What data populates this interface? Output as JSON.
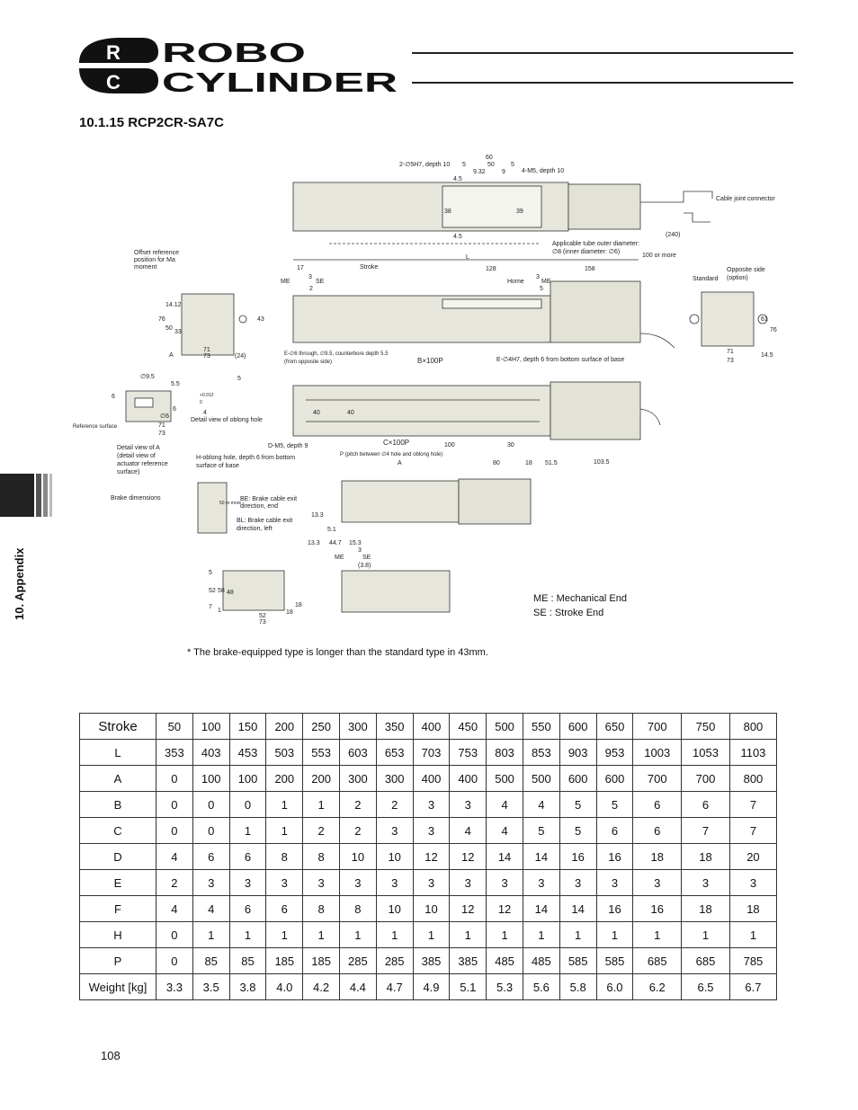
{
  "header": {
    "logo_mark_top": "R",
    "logo_mark_bottom": "C",
    "logo_line1": "ROBO",
    "logo_line2": "CYLINDER"
  },
  "side_tab": {
    "label": "10. Appendix"
  },
  "section": {
    "title": "10.1.15  RCP2CR-SA7C"
  },
  "drawing": {
    "labels": {
      "top_dims": [
        "60",
        "50",
        "5",
        "5",
        "9.32",
        "9",
        "2-∅5H7, depth 10",
        "4-M5, depth 10",
        "4.5",
        "4.5",
        "39",
        "38"
      ],
      "cable_joint": "Cable joint connector",
      "tube": "Applicable tube outer diameter:",
      "tube2": "∅8 (inner diameter: ∅6)",
      "length_240": "(240)",
      "hundred_more": "100 or more",
      "L": "L",
      "offset_ref": [
        "Offset reference",
        "position for Ma",
        "moment"
      ],
      "side_dims": [
        "17",
        "Stroke",
        "128",
        "158",
        "ME",
        "SE",
        "Home",
        "ME",
        "3",
        "3",
        "2",
        "5"
      ],
      "standard": "Standard",
      "opposite": [
        "Opposite side",
        "(option)"
      ],
      "end_dims": [
        "76",
        "43",
        "14.12",
        "50",
        "33",
        "71",
        "73",
        "(24)",
        "A"
      ],
      "end_right_dims": [
        "76",
        "71",
        "73",
        "14.5",
        "61"
      ],
      "through_hole": [
        "E-∅6 through, ∅9.5, counterbore depth 5.5",
        "(from opposite side)"
      ],
      "B100": "B×100P",
      "E4H7": "E-∅4H7, depth 6 from bottom surface of base",
      "detail_a_dims": [
        "∅9.5",
        "5.5",
        "6",
        "6",
        "71",
        "73",
        "∅6"
      ],
      "ref_surface": "Reference surface",
      "oblong_dims": [
        "5",
        "4",
        "+0.012",
        "0"
      ],
      "oblong_label": "Detail view of oblong hole",
      "detail_a": [
        "Detail view of A",
        "(detail view of",
        "actuator reference",
        "surface)"
      ],
      "h_oblong": [
        "H-oblong hole, depth 6 from bottom",
        "surface of base"
      ],
      "d_m5": "D-M5, depth 9",
      "C100": "C×100P",
      "bottom_dims": [
        "100",
        "30",
        "40",
        "40",
        "80",
        "18",
        "51.5",
        "103.5"
      ],
      "P_label": "P (pitch between ∅4 hole and oblong hole)",
      "A": "A",
      "brake_dims": "Brake dimensions",
      "be_label": [
        "BE: Brake cable exit",
        "direction, end"
      ],
      "bl_label": [
        "BL: Brake cable exit",
        "direction, left"
      ],
      "brake_vert": [
        "50 or more",
        "13.3"
      ],
      "brake_bottom": [
        "13.3",
        "44.7",
        "15.3",
        "5.1",
        "3",
        "ME",
        "SE",
        "(3.8)"
      ],
      "brake_end_dims": [
        "5",
        "52",
        "58",
        "48",
        "7",
        "1",
        "52",
        "73",
        "18",
        "18"
      ]
    }
  },
  "legend": {
    "me": "ME : Mechanical End",
    "se": "SE : Stroke End"
  },
  "note": "* The brake-equipped type is longer than the standard type in 43mm.",
  "table": {
    "rows": [
      {
        "label": "Stroke",
        "values": [
          "50",
          "100",
          "150",
          "200",
          "250",
          "300",
          "350",
          "400",
          "450",
          "500",
          "550",
          "600",
          "650",
          "700",
          "750",
          "800"
        ]
      },
      {
        "label": "L",
        "values": [
          "353",
          "403",
          "453",
          "503",
          "553",
          "603",
          "653",
          "703",
          "753",
          "803",
          "853",
          "903",
          "953",
          "1003",
          "1053",
          "1103"
        ]
      },
      {
        "label": "A",
        "values": [
          "0",
          "100",
          "100",
          "200",
          "200",
          "300",
          "300",
          "400",
          "400",
          "500",
          "500",
          "600",
          "600",
          "700",
          "700",
          "800"
        ]
      },
      {
        "label": "B",
        "values": [
          "0",
          "0",
          "0",
          "1",
          "1",
          "2",
          "2",
          "3",
          "3",
          "4",
          "4",
          "5",
          "5",
          "6",
          "6",
          "7"
        ]
      },
      {
        "label": "C",
        "values": [
          "0",
          "0",
          "1",
          "1",
          "2",
          "2",
          "3",
          "3",
          "4",
          "4",
          "5",
          "5",
          "6",
          "6",
          "7",
          "7"
        ]
      },
      {
        "label": "D",
        "values": [
          "4",
          "6",
          "6",
          "8",
          "8",
          "10",
          "10",
          "12",
          "12",
          "14",
          "14",
          "16",
          "16",
          "18",
          "18",
          "20"
        ]
      },
      {
        "label": "E",
        "values": [
          "2",
          "3",
          "3",
          "3",
          "3",
          "3",
          "3",
          "3",
          "3",
          "3",
          "3",
          "3",
          "3",
          "3",
          "3",
          "3"
        ]
      },
      {
        "label": "F",
        "values": [
          "4",
          "4",
          "6",
          "6",
          "8",
          "8",
          "10",
          "10",
          "12",
          "12",
          "14",
          "14",
          "16",
          "16",
          "18",
          "18"
        ]
      },
      {
        "label": "H",
        "values": [
          "0",
          "1",
          "1",
          "1",
          "1",
          "1",
          "1",
          "1",
          "1",
          "1",
          "1",
          "1",
          "1",
          "1",
          "1",
          "1"
        ]
      },
      {
        "label": "P",
        "values": [
          "0",
          "85",
          "85",
          "185",
          "185",
          "285",
          "285",
          "385",
          "385",
          "485",
          "485",
          "585",
          "585",
          "685",
          "685",
          "785"
        ]
      },
      {
        "label": "Weight [kg]",
        "values": [
          "3.3",
          "3.5",
          "3.8",
          "4.0",
          "4.2",
          "4.4",
          "4.7",
          "4.9",
          "5.1",
          "5.3",
          "5.6",
          "5.8",
          "6.0",
          "6.2",
          "6.5",
          "6.7"
        ]
      }
    ]
  },
  "page_number": "108"
}
